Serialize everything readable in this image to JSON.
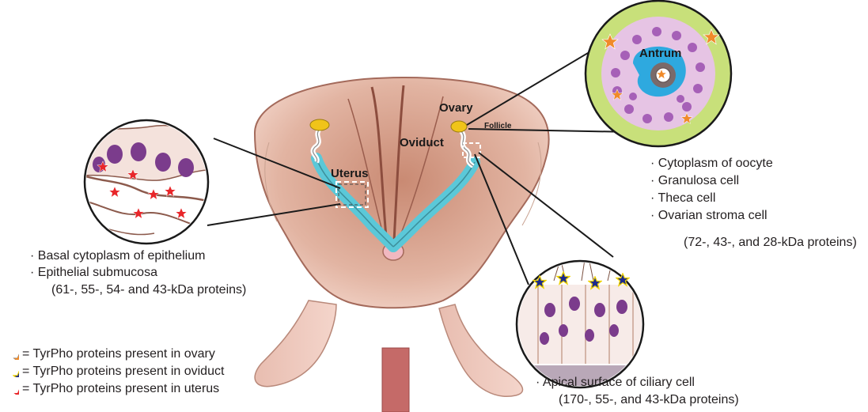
{
  "colors": {
    "ovary_star": "#f08a2a",
    "oviduct_star": "#1c2a8c",
    "uterus_star": "#e8262a",
    "lumen": "#5bc8d8",
    "tissue": "#d59a86"
  },
  "organ_labels": {
    "ovary": "Ovary",
    "follicle": "Follicle",
    "oviduct": "Oviduct",
    "uterus": "Uterus",
    "antrum": "Antrum"
  },
  "uterus_panel": {
    "items": [
      "· Basal cytoplasm of epithelium",
      "· Epithelial submucosa"
    ],
    "proteins": "(61-, 55-, 54- and 43-kDa proteins)"
  },
  "ovary_panel": {
    "items": [
      "· Cytoplasm of oocyte",
      "· Granulosa cell",
      "· Theca cell",
      "· Ovarian stroma cell"
    ],
    "proteins": "(72-, 43-, and 28-kDa proteins)"
  },
  "oviduct_panel": {
    "items": [
      "· Apical surface of ciliary cell"
    ],
    "proteins": "(170-, 55-, and 43-kDa proteins)"
  },
  "legend": [
    {
      "icon": "orange-star-icon",
      "text": "= TyrPho proteins present in ovary"
    },
    {
      "icon": "blue-star-icon",
      "text": "= TyrPho proteins present in oviduct"
    },
    {
      "icon": "red-star-icon",
      "text": "= TyrPho proteins present in uterus"
    }
  ]
}
